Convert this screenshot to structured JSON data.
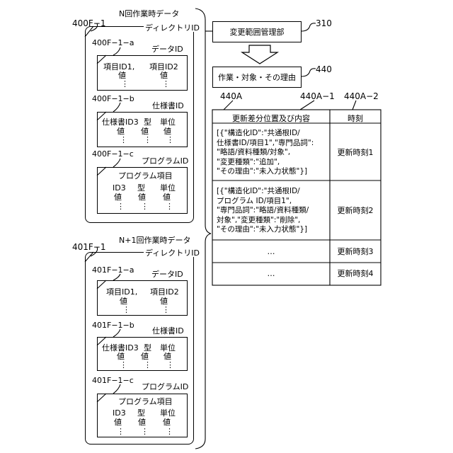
{
  "n_block": {
    "label": "400F−1",
    "title": "N回作業時データ",
    "dir_label": "ディレクトリID",
    "groups": [
      {
        "label": "400F−1−a",
        "id_label": "データID",
        "rows": [
          [
            "項目ID1,",
            "項目ID2"
          ],
          [
            "値",
            "値"
          ],
          [
            "⋮",
            "⋮"
          ]
        ]
      },
      {
        "label": "400F−1−b",
        "id_label": "仕様書ID",
        "rows": [
          [
            "仕様書ID3",
            "型",
            "単位"
          ],
          [
            "値",
            "値",
            "値"
          ],
          [
            "⋮",
            "⋮",
            "⋮"
          ]
        ]
      },
      {
        "label": "400F−1−c",
        "id_label": "プログラムID",
        "header": "プログラム項目",
        "rows": [
          [
            "ID3",
            "型",
            "単位"
          ],
          [
            "値",
            "値",
            "値"
          ],
          [
            "⋮",
            "⋮",
            "⋮"
          ]
        ]
      }
    ]
  },
  "n1_block": {
    "label": "401F−1",
    "title": "N+1回作業時データ",
    "dir_label": "ディレクトリID",
    "groups": [
      {
        "label": "401F−1−a",
        "id_label": "データID",
        "rows": [
          [
            "項目ID1,",
            "項目ID2"
          ],
          [
            "値",
            "値"
          ],
          [
            "⋮",
            "⋮"
          ]
        ]
      },
      {
        "label": "401F−1−b",
        "id_label": "仕様書ID",
        "rows": [
          [
            "仕様書ID3",
            "型",
            "単位"
          ],
          [
            "値",
            "値",
            "値"
          ],
          [
            "⋮",
            "⋮",
            "⋮"
          ]
        ]
      },
      {
        "label": "401F−1−c",
        "id_label": "プログラムID",
        "header": "プログラム項目",
        "rows": [
          [
            "ID3",
            "型",
            "単位"
          ],
          [
            "値",
            "値",
            "値"
          ],
          [
            "⋮",
            "⋮",
            "⋮"
          ]
        ]
      }
    ]
  },
  "manager": {
    "label": "変更範囲管理部",
    "ref": "310"
  },
  "work": {
    "label": "作業・対象・その理由",
    "ref": "440"
  },
  "table": {
    "ref_table": "440A",
    "ref_col1": "440A−1",
    "ref_col2": "440A−2",
    "headers": [
      "更新差分位置及び内容",
      "時刻"
    ],
    "rows": [
      {
        "content": "[{\"構造化ID\":\"共通根ID/\n仕様書ID/項目1\",\"専門品詞\":\n\"略語/資料種類/対象\",\n\"変更種類\":\"追加\",\n\"その理由\":\"未入力状態\"}]",
        "time": "更新時刻1"
      },
      {
        "content": "[{\"構造化ID\":\"共通根ID/\nプログラム ID/項目1\",\n\"専門品詞\":\"略語/資料種類/\n対象\",\"変更種類\":\"削除\",\n\"その理由\":\"未入力状態\"}]",
        "time": "更新時刻2"
      },
      {
        "content": "…",
        "time": "更新時刻3"
      },
      {
        "content": "…",
        "time": "更新時刻4"
      }
    ]
  }
}
